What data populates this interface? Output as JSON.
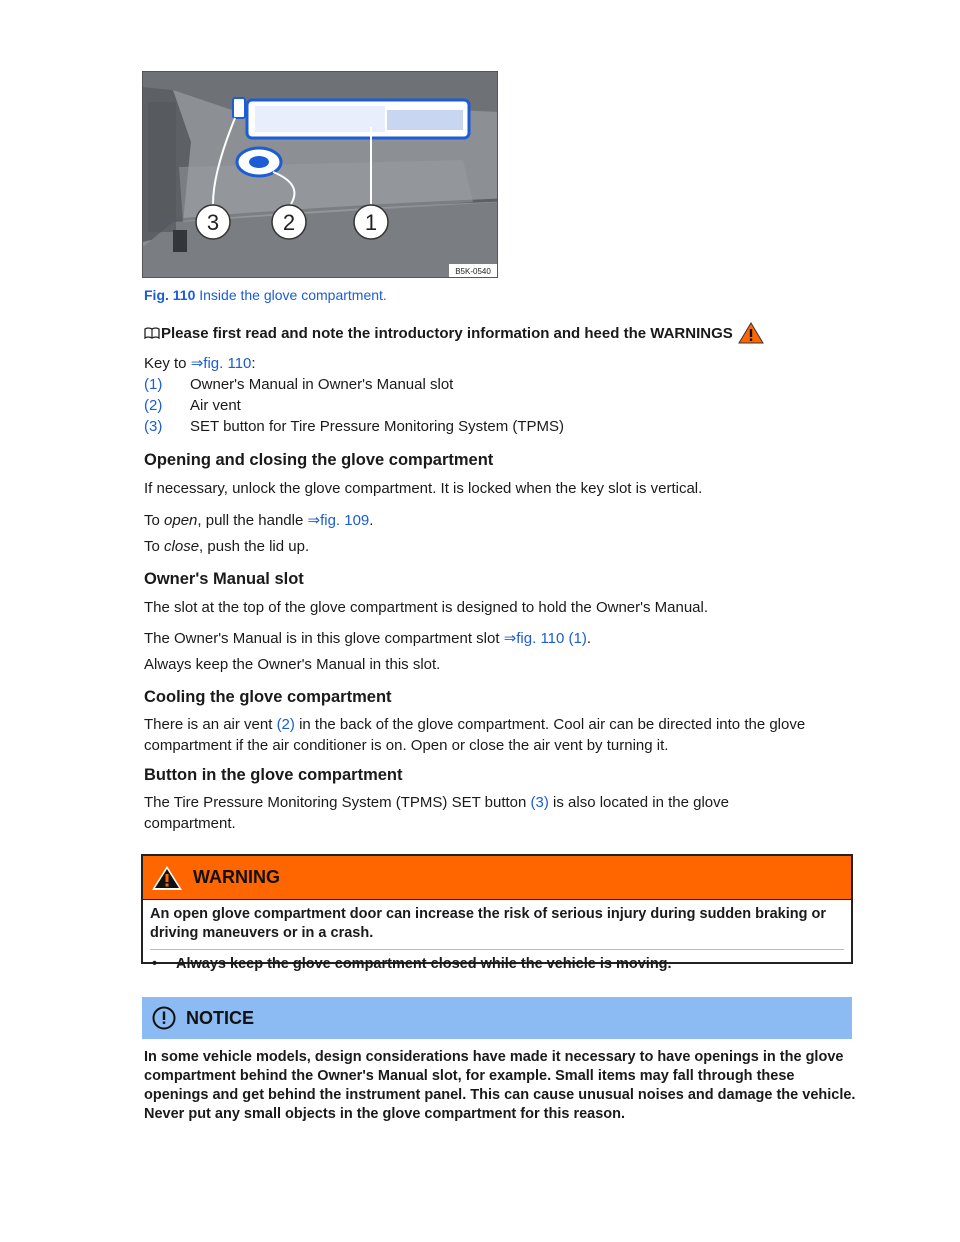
{
  "figure": {
    "callouts": [
      "3",
      "2",
      "1"
    ],
    "code": "B5K-0540",
    "caption_label": "Fig. 110",
    "caption_text": " Inside the glove compartment."
  },
  "intro": {
    "text": "Please first read and note the introductory information and heed the WARNINGS"
  },
  "key": {
    "prefix": "Key to ",
    "arrow": "⇒",
    "link": "fig. 110",
    "suffix": ":",
    "items": [
      {
        "num": "(1)",
        "text": "Owner's Manual in Owner's Manual slot"
      },
      {
        "num": "(2)",
        "text": "Air vent"
      },
      {
        "num": "(3)",
        "text": "SET button for Tire Pressure Monitoring System (TPMS)"
      }
    ]
  },
  "section_open": {
    "heading": "Opening and closing the glove compartment",
    "p1": "If necessary, unlock the glove compartment. It is locked when the key slot is vertical.",
    "p2_a": "To ",
    "p2_em": "open",
    "p2_b": ", pull the handle ",
    "p2_arrow": "⇒",
    "p2_link": "fig. 109",
    "p2_c": ".",
    "p3_a": "To ",
    "p3_em": "close",
    "p3_b": ", push the lid up."
  },
  "section_slot": {
    "heading": "Owner's Manual slot",
    "p1": "The slot at the top of the glove compartment is designed to hold the Owner's Manual.",
    "p2_a": "The Owner's Manual is in this glove compartment slot ",
    "p2_arrow": "⇒",
    "p2_link": "fig. 110 (1)",
    "p2_c": ".",
    "p3": "Always keep the Owner's Manual in this slot."
  },
  "section_cool": {
    "heading": "Cooling the glove compartment",
    "p1_a": "There is an air vent ",
    "p1_link": "(2)",
    "p1_b": " in the back of the glove compartment. Cool air can be directed into the glove",
    "p1_line2": "compartment if the air conditioner is on. Open or close the air vent by turning it."
  },
  "section_button": {
    "heading": "Button in the glove compartment",
    "p1_a": "The Tire Pressure Monitoring System (TPMS) SET button ",
    "p1_link": "(3)",
    "p1_b": " is also located in the glove",
    "p1_line2": "compartment."
  },
  "warning": {
    "title": "WARNING",
    "color": "#ff6600",
    "text": "An open glove compartment door can increase the risk of serious injury during sudden braking or driving maneuvers or in a crash.",
    "bullet": "Always keep the glove compartment closed while the vehicle is moving."
  },
  "notice": {
    "title": "NOTICE",
    "color": "#8bbbf2",
    "text": "In some vehicle models, design considerations have made it necessary to have openings in the glove compartment behind the Owner's Manual slot, for example. Small items may fall through these openings and get behind the instrument panel. This can cause unusual noises and damage the vehicle. Never put any small objects in the glove compartment for this reason."
  }
}
